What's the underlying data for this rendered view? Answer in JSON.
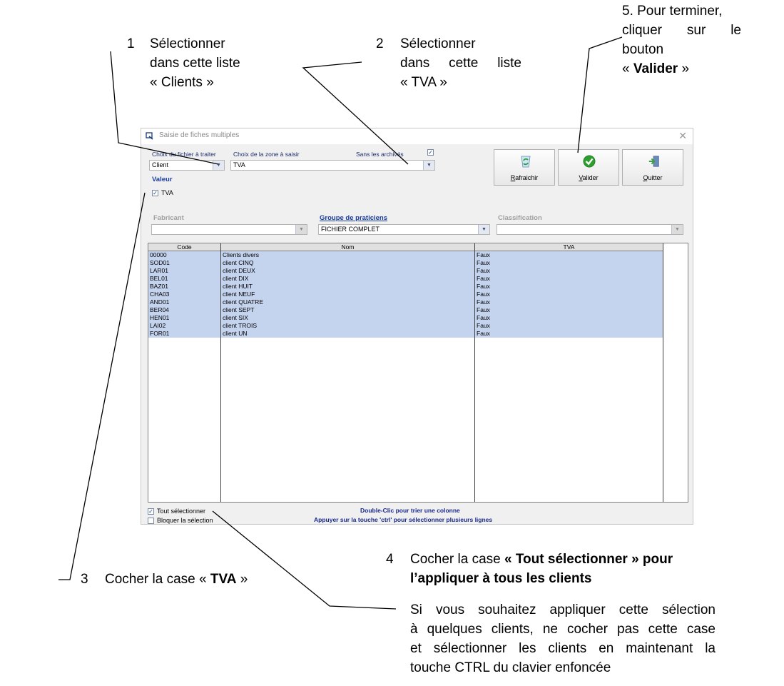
{
  "annotations": {
    "step1": {
      "number": "1",
      "line1": "Sélectionner",
      "line2": "dans cette liste",
      "line3": "« Clients »"
    },
    "step2": {
      "number": "2",
      "line1": "Sélectionner",
      "line2": "dans cette liste",
      "line3": "« TVA »"
    },
    "step5": {
      "line1": "5. Pour terminer,",
      "line2": "cliquer sur le",
      "line3": "bouton",
      "line4_pre": "« ",
      "line4_bold": "Valider",
      "line4_post": " »"
    },
    "step3": {
      "number": "3",
      "pre": "Cocher la case « ",
      "bold": "TVA",
      "post": " »"
    },
    "step4": {
      "number": "4",
      "line1_pre": "Cocher la case ",
      "line1_bold": "« Tout sélectionner » pour",
      "line2_bold": "l’appliquer à tous les clients",
      "para_line1": "Si vous souhaitez appliquer cette sélection",
      "para_line2": "à quelques clients, ne cocher pas cette case",
      "para_line3": "et sélectionner les clients en maintenant la",
      "para_line4": "touche CTRL du clavier enfoncée"
    }
  },
  "window": {
    "title": "Saisie de fiches multiples",
    "close_glyph": "✕",
    "fichier_label": "Choix du fichier à traiter",
    "fichier_value": "Client",
    "zone_label": "Choix de la zone à saisir",
    "zone_value": "TVA",
    "sans_archives_label": "Sans les archivés",
    "sans_archives_checked": true,
    "valeur_label": "Valeur",
    "tva_checkbox_label": "TVA",
    "tva_checked": true,
    "fabricant_label": "Fabricant",
    "fabricant_value": "",
    "groupe_label": "Groupe de praticiens",
    "groupe_value": "FICHIER COMPLET",
    "classification_label": "Classification",
    "classification_value": "",
    "buttons": {
      "rafraichir": {
        "underline": "R",
        "rest": "afraichir",
        "icon": "refresh-icon"
      },
      "valider": {
        "underline": "V",
        "rest": "alider",
        "icon": "check-icon"
      },
      "quitter": {
        "underline": "Q",
        "rest": "uitter",
        "icon": "exit-door-icon"
      }
    },
    "table": {
      "headers": [
        "Code",
        "Nom",
        "TVA"
      ],
      "rows": [
        [
          "00000",
          " Clients divers",
          "Faux"
        ],
        [
          "SOD01",
          "client CINQ",
          "Faux"
        ],
        [
          "LAR01",
          "client DEUX",
          "Faux"
        ],
        [
          "BEL01",
          "client DIX",
          "Faux"
        ],
        [
          "BAZ01",
          "client HUIT",
          "Faux"
        ],
        [
          "CHA03",
          "client NEUF",
          "Faux"
        ],
        [
          "AND01",
          "client QUATRE",
          "Faux"
        ],
        [
          "BER04",
          "client SEPT",
          "Faux"
        ],
        [
          "HEN01",
          "client SIX",
          "Faux"
        ],
        [
          "LAI02",
          "client TROIS",
          "Faux"
        ],
        [
          "FOR01",
          "client UN",
          "Faux"
        ]
      ]
    },
    "tout_selectionner_label": "Tout sélectionner",
    "tout_selectionner_checked": true,
    "bloquer_label": "Bloquer la sélection",
    "bloquer_checked": false,
    "hint1": "Double-Clic pour trier une colonne",
    "hint2": "Appuyer sur la touche 'ctrl' pour sélectionner plusieurs lignes"
  }
}
